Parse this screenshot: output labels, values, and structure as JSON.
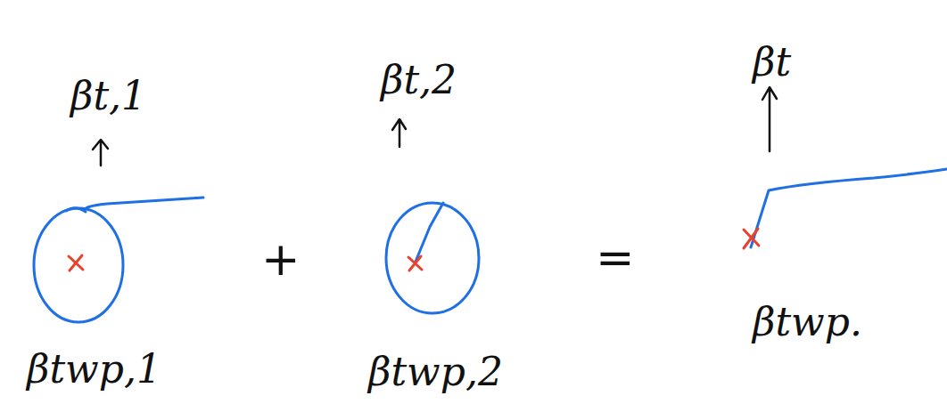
{
  "diagram": {
    "labels": [
      "βt,1",
      "βt,2",
      "βt",
      "+",
      "=",
      "βtwp,1",
      "βtwp,2",
      "βtwp."
    ]
  }
}
